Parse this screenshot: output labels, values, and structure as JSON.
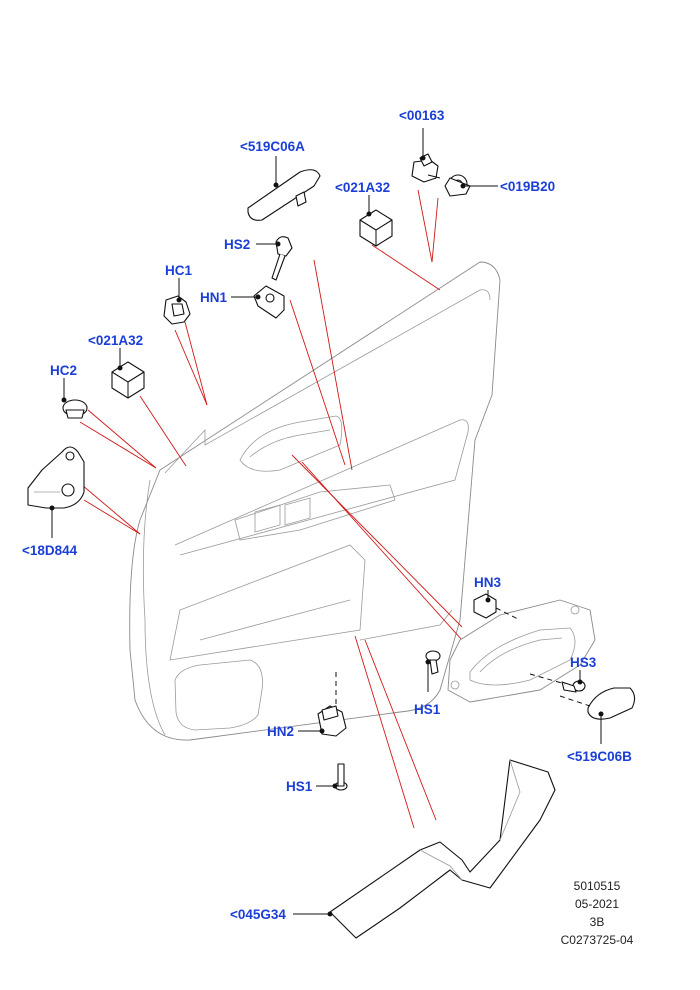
{
  "callouts": [
    {
      "id": "c1",
      "label": "<00163"
    },
    {
      "id": "c2",
      "label": "<519C06A"
    },
    {
      "id": "c3",
      "label": "<021A32"
    },
    {
      "id": "c4",
      "label": "<019B20"
    },
    {
      "id": "c5",
      "label": "HS2"
    },
    {
      "id": "c6",
      "label": "HC1"
    },
    {
      "id": "c7",
      "label": "HN1"
    },
    {
      "id": "c8",
      "label": "<021A32"
    },
    {
      "id": "c9",
      "label": "HC2"
    },
    {
      "id": "c10",
      "label": "<18D844"
    },
    {
      "id": "c11",
      "label": "HN3"
    },
    {
      "id": "c12",
      "label": "HS3"
    },
    {
      "id": "c13",
      "label": "HS1"
    },
    {
      "id": "c14",
      "label": "<519C06B"
    },
    {
      "id": "c15",
      "label": "HN2"
    },
    {
      "id": "c16",
      "label": "HS1"
    },
    {
      "id": "c17",
      "label": "<045G34"
    }
  ],
  "reference": {
    "line1": "5010515",
    "line2": "05-2021",
    "line3": "3B",
    "line4": "C0273725-04"
  },
  "colors": {
    "callout_text": "#1b3fd6",
    "leader_lines": "#d01818",
    "outline": "#111111"
  }
}
